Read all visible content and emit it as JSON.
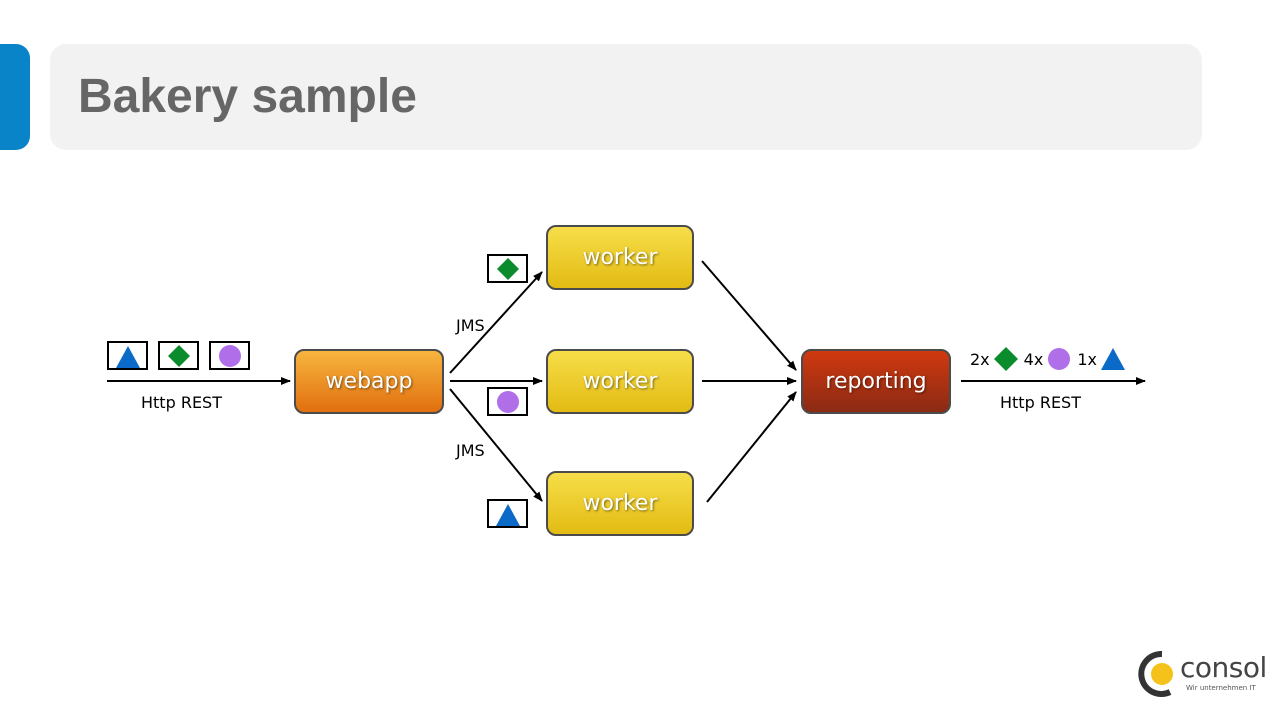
{
  "slide": {
    "title": "Bakery sample"
  },
  "nodes": {
    "webapp": "webapp",
    "worker_top": "worker",
    "worker_middle": "worker",
    "worker_bottom": "worker",
    "reporting": "reporting"
  },
  "edges": {
    "input_label": "Http REST",
    "jms_upper": "JMS",
    "jms_lower": "JMS",
    "output_label": "Http REST"
  },
  "summary": [
    {
      "count": "2x",
      "shape": "diamond",
      "color": "#0b8c2c"
    },
    {
      "count": "4x",
      "shape": "circle",
      "color": "#b06ee8"
    },
    {
      "count": "1x",
      "shape": "triangle",
      "color": "#0b6ac7"
    }
  ],
  "colors": {
    "accent": "#0a84c8",
    "diamond": "#0b8c2c",
    "circle": "#b06ee8",
    "triangle": "#0b6ac7"
  },
  "logo": {
    "name": "consol",
    "tagline": "Wir unternehmen IT"
  }
}
